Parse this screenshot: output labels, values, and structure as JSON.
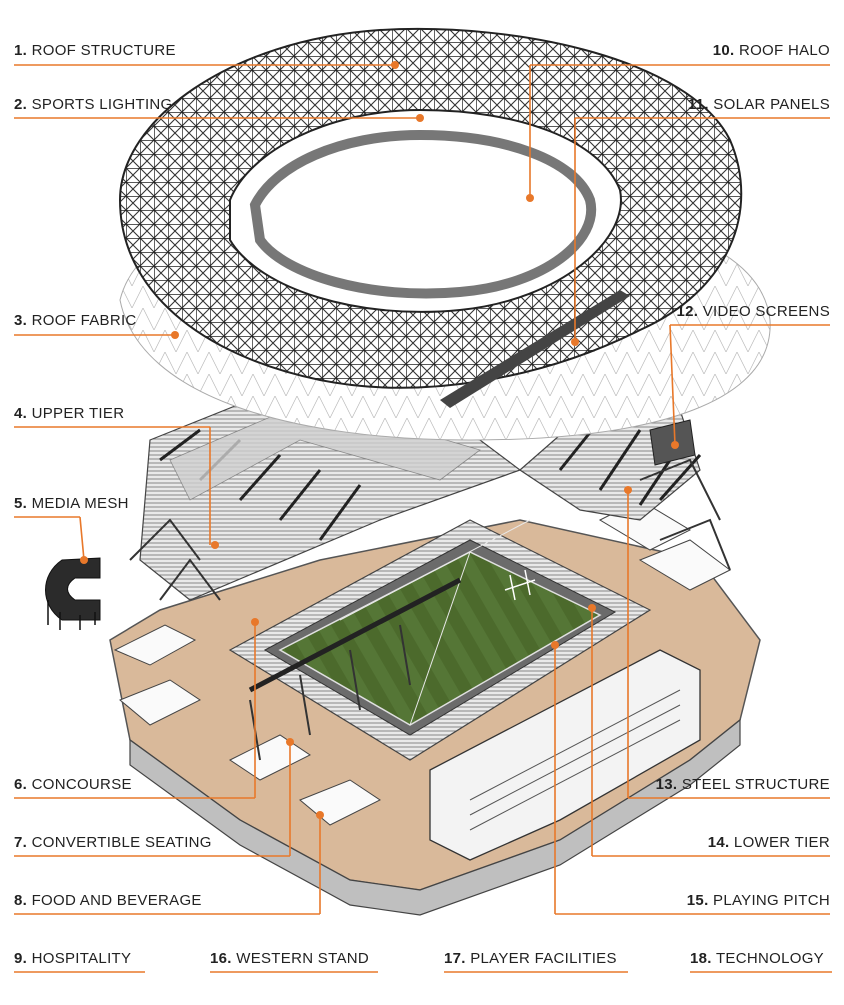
{
  "accent_color": "#e8782a",
  "labels": [
    {
      "num": "1.",
      "text": "ROOF STRUCTURE"
    },
    {
      "num": "2.",
      "text": "SPORTS LIGHTING"
    },
    {
      "num": "3.",
      "text": "ROOF FABRIC"
    },
    {
      "num": "4.",
      "text": "UPPER TIER"
    },
    {
      "num": "5.",
      "text": "MEDIA MESH"
    },
    {
      "num": "6.",
      "text": "CONCOURSE"
    },
    {
      "num": "7.",
      "text": "CONVERTIBLE SEATING"
    },
    {
      "num": "8.",
      "text": "FOOD AND BEVERAGE"
    },
    {
      "num": "9.",
      "text": "HOSPITALITY"
    },
    {
      "num": "10.",
      "text": "ROOF HALO"
    },
    {
      "num": "11.",
      "text": "SOLAR PANELS"
    },
    {
      "num": "12.",
      "text": "VIDEO SCREENS"
    },
    {
      "num": "13.",
      "text": "STEEL STRUCTURE"
    },
    {
      "num": "14.",
      "text": "LOWER TIER"
    },
    {
      "num": "15.",
      "text": "PLAYING PITCH"
    },
    {
      "num": "16.",
      "text": "WESTERN STAND"
    },
    {
      "num": "17.",
      "text": "PLAYER FACILITIES"
    },
    {
      "num": "18.",
      "text": "TECHNOLOGY"
    }
  ]
}
